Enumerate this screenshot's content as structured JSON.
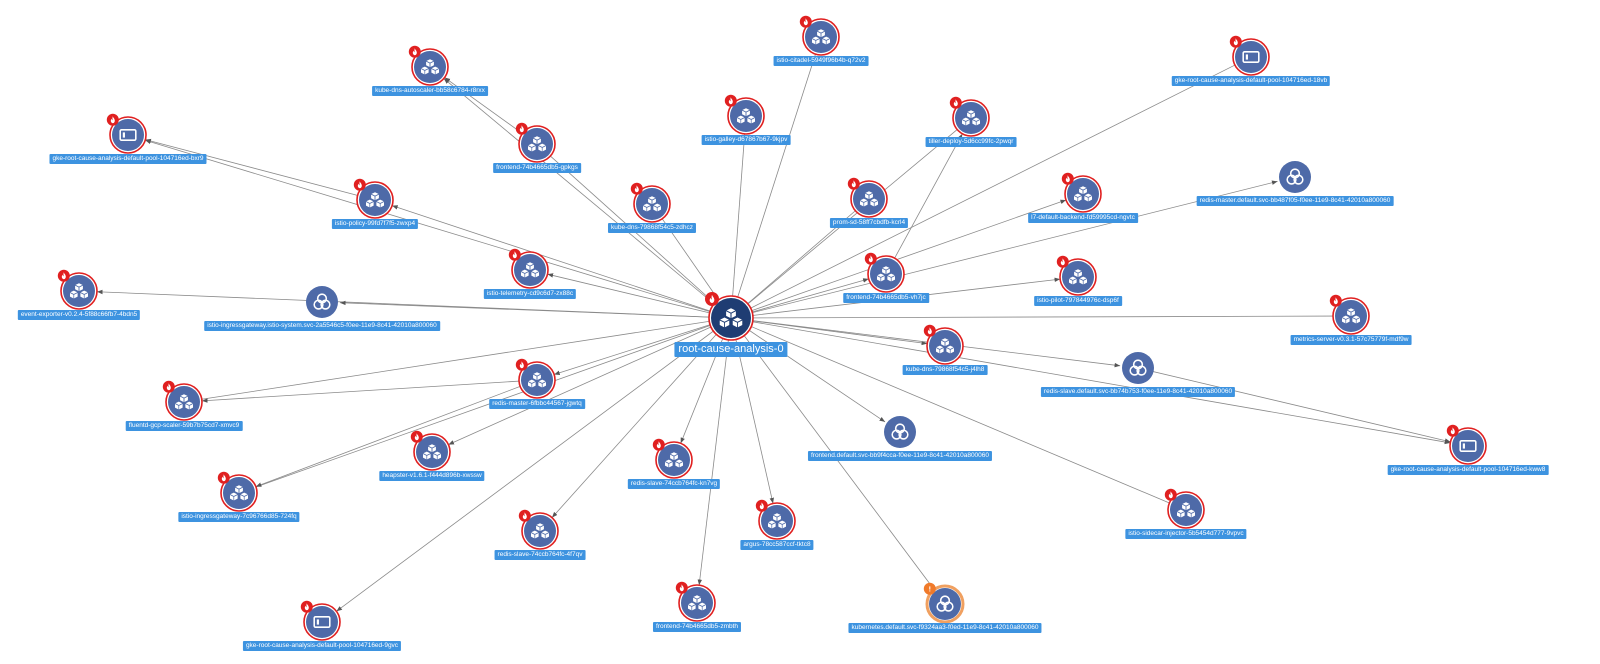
{
  "colors": {
    "node_fill": "#4e6aa8",
    "root_fill": "#1f3d73",
    "alert_ring": "#e02020",
    "warning_ring": "#f0a060",
    "label_bg": "#3d93e0",
    "edge": "#8a8a8a"
  },
  "root": {
    "label": "root-cause-analysis-0",
    "icon": "cube-cluster-icon",
    "status": "critical"
  },
  "nodes": [
    {
      "id": "n1",
      "label": "istio-citadel-5949f96b4b-q72v2",
      "type": "pod",
      "status": "critical"
    },
    {
      "id": "n2",
      "label": "kube-dns-autoscaler-bb58c6784-r8rxx",
      "type": "pod",
      "status": "critical"
    },
    {
      "id": "n3",
      "label": "gke-root-cause-analysis-default-pool-104716ed-18vb",
      "type": "node",
      "status": "critical"
    },
    {
      "id": "n4",
      "label": "istio-galley-d67867b67-9kjpv",
      "type": "pod",
      "status": "critical"
    },
    {
      "id": "n5",
      "label": "frontend-74b4665db5-gpkgs",
      "type": "pod",
      "status": "critical"
    },
    {
      "id": "n6",
      "label": "tiller-deploy-5d6cc99fc-2pwqr",
      "type": "pod",
      "status": "critical"
    },
    {
      "id": "n7",
      "label": "gke-root-cause-analysis-default-pool-104716ed-bxr9",
      "type": "node",
      "status": "critical"
    },
    {
      "id": "n8",
      "label": "redis-master.default.svc-bb487f05-f0ee-11e9-8c41-42010a800060",
      "type": "service",
      "status": "ok"
    },
    {
      "id": "n9",
      "label": "istio-policy-99fd7f7f5-zwxp4",
      "type": "pod",
      "status": "critical"
    },
    {
      "id": "n10",
      "label": "kube-dns-79868f54c5-zdhcz",
      "type": "pod",
      "status": "critical"
    },
    {
      "id": "n11",
      "label": "prom-sd-58ff7cbdfb-kcrl4",
      "type": "pod",
      "status": "critical"
    },
    {
      "id": "n12",
      "label": "l7-default-backend-fd59995cd-ngvtc",
      "type": "pod",
      "status": "critical"
    },
    {
      "id": "n13",
      "label": "istio-telemetry-cd9c6d7-zx88c",
      "type": "pod",
      "status": "critical"
    },
    {
      "id": "n14",
      "label": "frontend-74b4665db5-vh7jc",
      "type": "pod",
      "status": "critical"
    },
    {
      "id": "n15",
      "label": "istio-pilot-797844976c-dsp6f",
      "type": "pod",
      "status": "critical"
    },
    {
      "id": "n16",
      "label": "event-exporter-v0.2.4-5f88c66fb7-4bdn5",
      "type": "pod",
      "status": "critical"
    },
    {
      "id": "n17",
      "label": "istio-ingressgateway.istio-system.svc-2a5546c5-f0ee-11e9-8c41-42010a800060",
      "type": "service",
      "status": "ok"
    },
    {
      "id": "n18",
      "label": "metrics-server-v0.3.1-57c75779f-mdf9w",
      "type": "pod",
      "status": "critical"
    },
    {
      "id": "n19",
      "label": "kube-dns-79868f54c5-j4lh8",
      "type": "pod",
      "status": "critical"
    },
    {
      "id": "n20",
      "label": "redis-master-6fbbc44567-jgwtq",
      "type": "pod",
      "status": "critical"
    },
    {
      "id": "n21",
      "label": "redis-slave.default.svc-bb74b753-f0ee-11e9-8c41-42010a800060",
      "type": "service",
      "status": "ok"
    },
    {
      "id": "n22",
      "label": "fluentd-gcp-scaler-59b7b75cd7-xmvc9",
      "type": "pod",
      "status": "critical"
    },
    {
      "id": "n23",
      "label": "heapster-v1.6.1-f444d896b-xwssw",
      "type": "pod",
      "status": "critical"
    },
    {
      "id": "n24",
      "label": "frontend.default.svc-bb9f4cca-f0ee-11e9-8c41-42010a800060",
      "type": "service",
      "status": "ok"
    },
    {
      "id": "n25",
      "label": "gke-root-cause-analysis-default-pool-104716ed-kww8",
      "type": "node",
      "status": "critical"
    },
    {
      "id": "n26",
      "label": "redis-slave-74ccb764fc-kn7vg",
      "type": "pod",
      "status": "critical"
    },
    {
      "id": "n27",
      "label": "istio-ingressgateway-7c96766d85-724fq",
      "type": "pod",
      "status": "critical"
    },
    {
      "id": "n28",
      "label": "argus-78cc587ccf-tktc8",
      "type": "pod",
      "status": "critical"
    },
    {
      "id": "n29",
      "label": "istio-sidecar-injector-5b5454d777-9vpvc",
      "type": "pod",
      "status": "critical"
    },
    {
      "id": "n30",
      "label": "redis-slave-74ccb764fc-4f7qv",
      "type": "pod",
      "status": "critical"
    },
    {
      "id": "n31",
      "label": "gke-root-cause-analysis-default-pool-104716ed-9gvc",
      "type": "node",
      "status": "critical"
    },
    {
      "id": "n32",
      "label": "frontend-74b4665db5-zmbth",
      "type": "pod",
      "status": "critical"
    },
    {
      "id": "n33",
      "label": "kubernetes.default.svc-f9324aa3-f0ed-11e9-8c41-42010a800060",
      "type": "service",
      "status": "warning"
    }
  ]
}
